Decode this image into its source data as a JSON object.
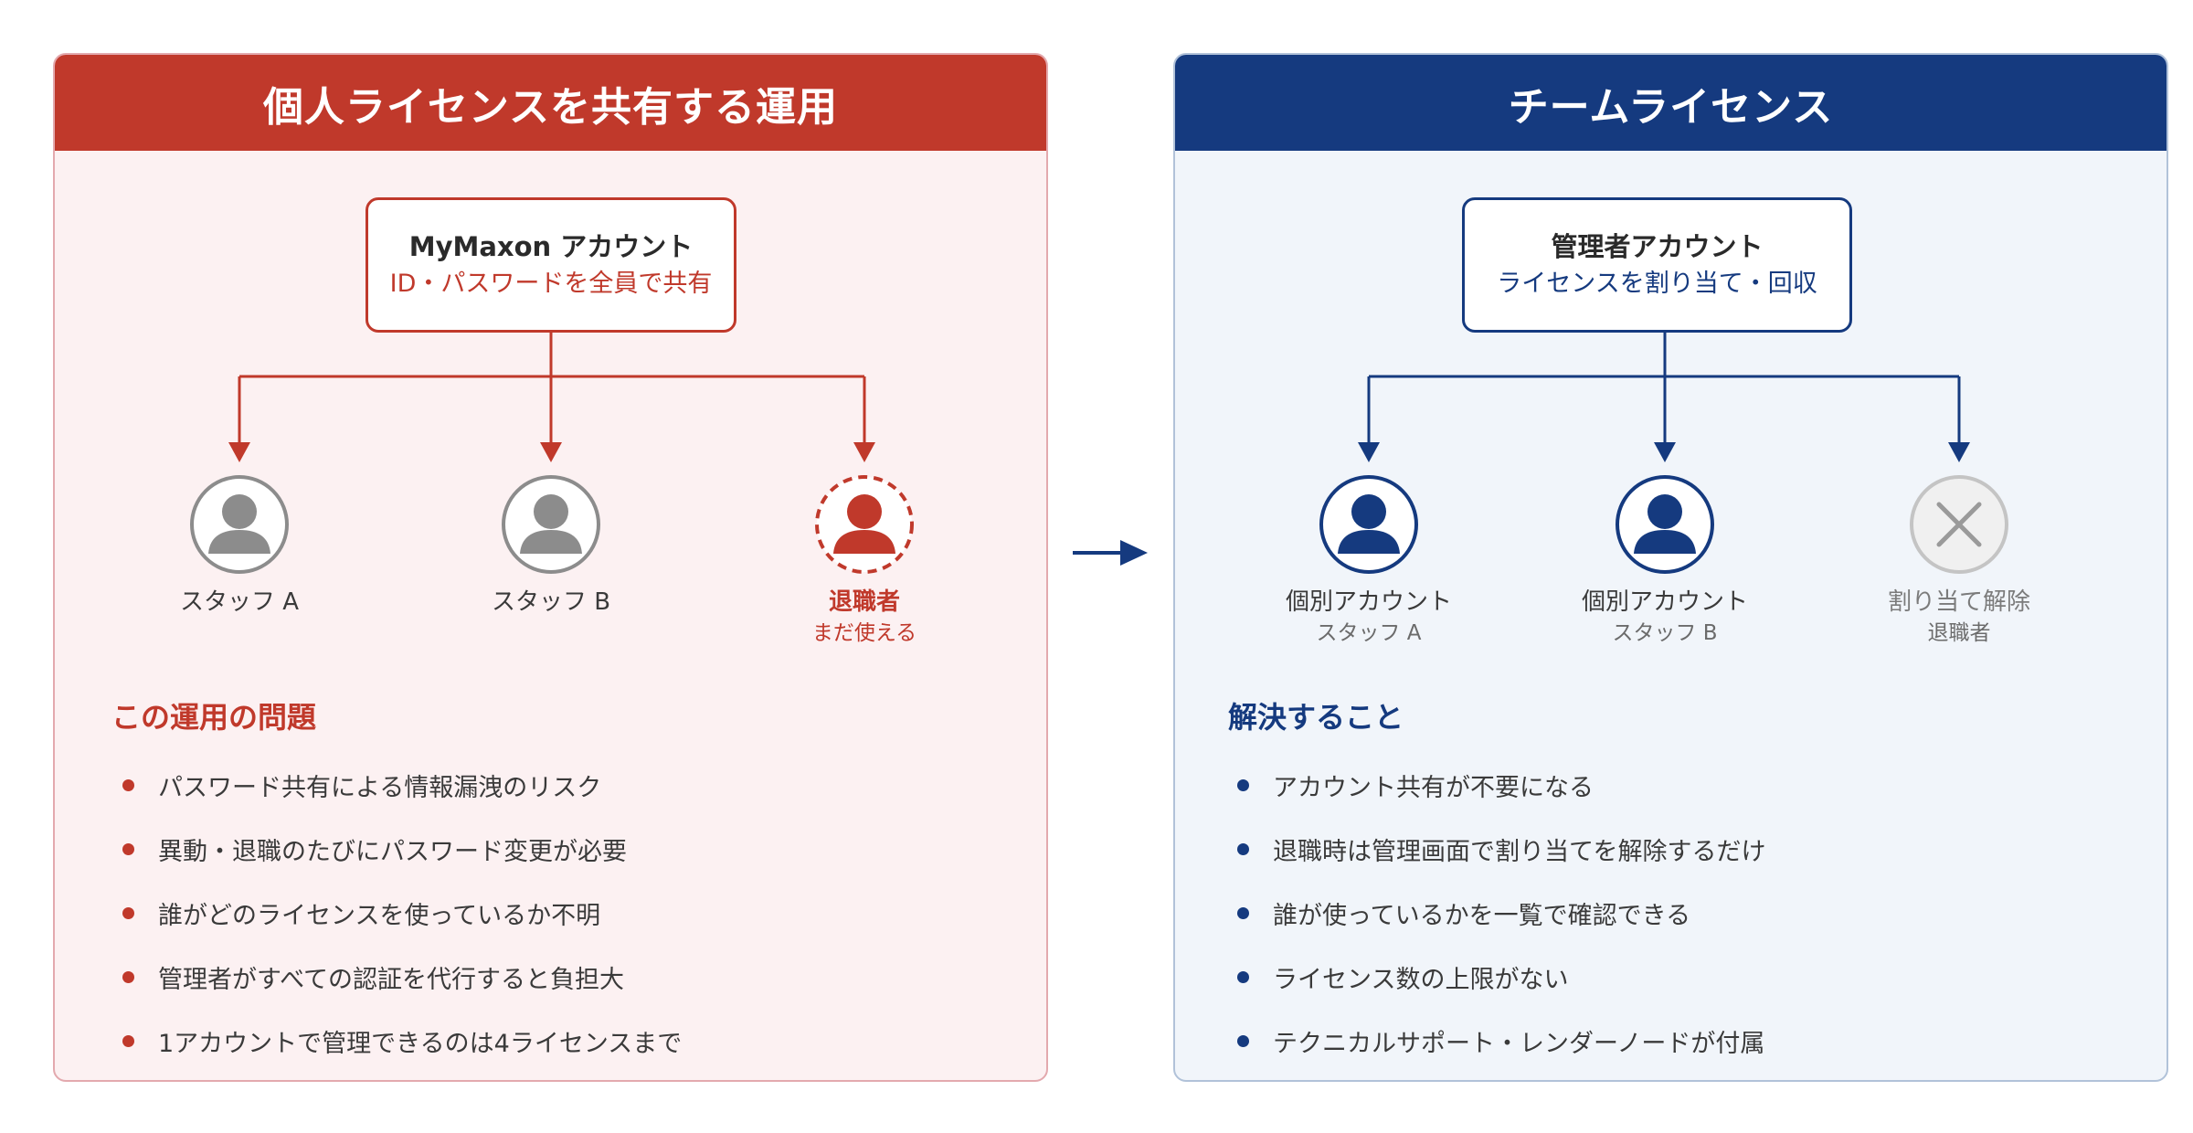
{
  "left_panel": {
    "title": "個人ライセンスを共有する運用",
    "account": {
      "title": "MyMaxon アカウント",
      "subtitle": "ID・パスワードを全員で共有"
    },
    "users": [
      {
        "label": "スタッフ A",
        "sub": "",
        "state": "normal"
      },
      {
        "label": "スタッフ B",
        "sub": "",
        "state": "normal"
      },
      {
        "label": "退職者",
        "sub": "まだ使える",
        "state": "warning"
      }
    ],
    "section_title": "この運用の問題",
    "items": [
      "パスワード共有による情報漏洩のリスク",
      "異動・退職のたびにパスワード変更が必要",
      "誰がどのライセンスを使っているか不明",
      "管理者がすべての認証を代行すると負担大",
      "1アカウントで管理できるのは4ライセンスまで"
    ],
    "accent_color": "#c0392b"
  },
  "right_panel": {
    "title": "チームライセンス",
    "account": {
      "title": "管理者アカウント",
      "subtitle": "ライセンスを割り当て・回収"
    },
    "users": [
      {
        "label": "個別アカウント",
        "sub": "スタッフ A",
        "state": "active"
      },
      {
        "label": "個別アカウント",
        "sub": "スタッフ B",
        "state": "active"
      },
      {
        "label": "割り当て解除",
        "sub": "退職者",
        "state": "removed"
      }
    ],
    "section_title": "解決すること",
    "items": [
      "アカウント共有が不要になる",
      "退職時は管理画面で割り当てを解除するだけ",
      "誰が使っているかを一覧で確認できる",
      "ライセンス数の上限がない",
      "テクニカルサポート・レンダーノードが付属"
    ],
    "accent_color": "#153a7f"
  }
}
